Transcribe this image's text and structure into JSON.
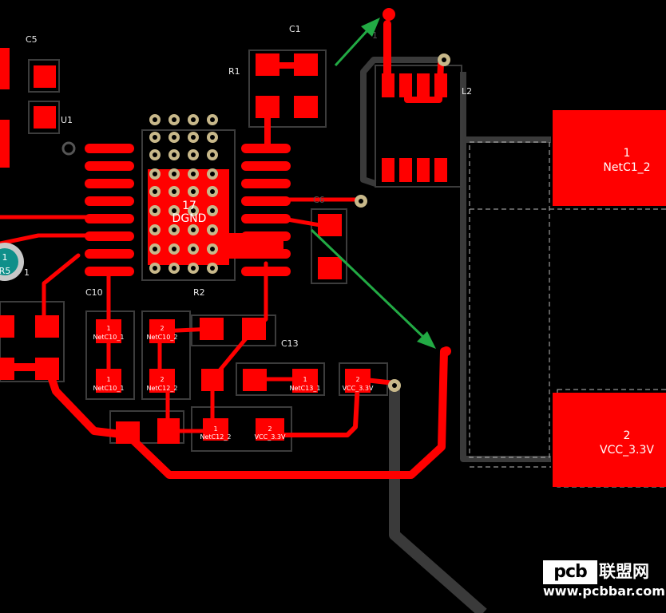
{
  "colors": {
    "background": "#000000",
    "copper": "#ff0000",
    "trace_gray": "#3a3a3a",
    "silkscreen": "#c8c8c8",
    "arrow": "#22aa44",
    "via": "#c8b88a"
  },
  "designators": {
    "c5": "C5",
    "c1": "C1",
    "r1": "R1",
    "u1": "U1",
    "l2": "L2",
    "c10": "C10",
    "r2": "R2",
    "c13": "C13",
    "r5": "R5",
    "r5_pin": "1",
    "u1_left": "1",
    "l2_pin": "1",
    "l2_pad1": "1",
    "c6": "C6"
  },
  "pads": {
    "ic_center_num": "17",
    "ic_center_net": "DGND",
    "netc10_1_a_num": "1",
    "netc10_1_a_net": "NetC10_1",
    "netc10_2_num": "2",
    "netc10_2_net": "NetC10_2",
    "netc10_1_b_num": "1",
    "netc10_1_b_net": "NetC10_1",
    "netc12_2_a_num": "2",
    "netc12_2_a_net": "NetC12_2",
    "netc13_1_num": "1",
    "netc13_1_net": "NetC13_1",
    "vcc_a_num": "2",
    "vcc_a_net": "VCC_3.3V",
    "netc12_2_b_num": "1",
    "netc12_2_b_net": "NetC12_2",
    "vcc_b_num": "2",
    "vcc_b_net": "VCC_3.3V",
    "big1_num": "1",
    "big1_net": "NetC1_2",
    "big2_num": "2",
    "big2_net": "VCC_3.3V"
  },
  "watermark": {
    "logo": "pcb",
    "cn": "联盟网",
    "url": "www.pcbbar.com"
  }
}
